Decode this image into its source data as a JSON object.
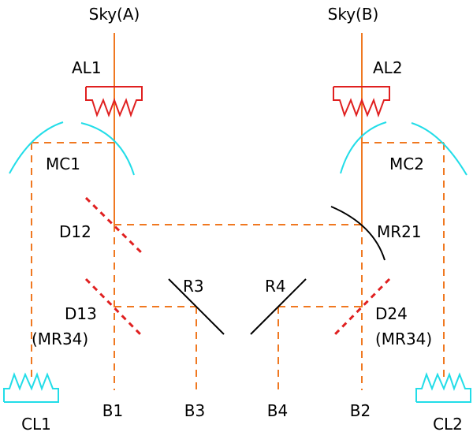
{
  "labels": {
    "sky_a": "Sky(A)",
    "sky_b": "Sky(B)",
    "al1": "AL1",
    "al2": "AL2",
    "mc1": "MC1",
    "mc2": "MC2",
    "d12": "D12",
    "mr21": "MR21",
    "r3": "R3",
    "r4": "R4",
    "d13": "D13",
    "d13_sub": "(MR34)",
    "d24": "D24",
    "d24_sub": "(MR34)",
    "b1": "B1",
    "b2": "B2",
    "b3": "B3",
    "b4": "B4",
    "cl1": "CL1",
    "cl2": "CL2"
  },
  "colors": {
    "sky_beam": "#f07820",
    "internal_beam": "#f07820",
    "aperture_lens": "#e02020",
    "collimator_mirror": "#22dde8",
    "camera_lens": "#22dde8",
    "dichroic": "#e02020",
    "mirror": "#000000",
    "text": "#000000"
  }
}
